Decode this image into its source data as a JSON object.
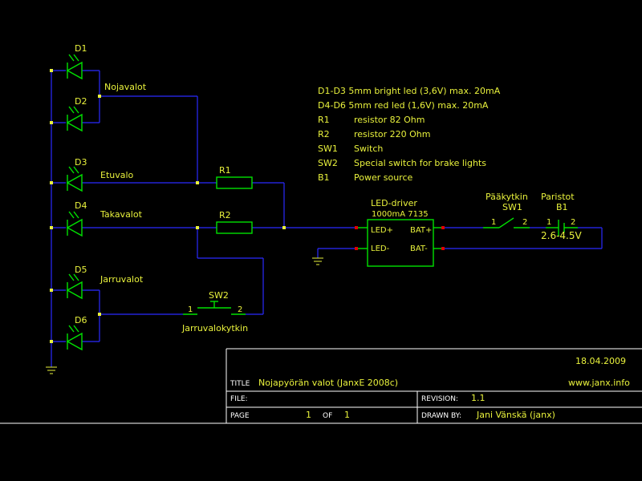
{
  "diodes": {
    "d1": "D1",
    "d2": "D2",
    "d3": "D3",
    "d4": "D4",
    "d5": "D5",
    "d6": "D6"
  },
  "nets": {
    "nojavalot": "Nojavalot",
    "etuvalo": "Etuvalo",
    "takavalot": "Takavalot",
    "jarruvalot": "Jarruvalot"
  },
  "resistors": {
    "r1": "R1",
    "r2": "R2"
  },
  "sw2": {
    "ref": "SW2",
    "pin1": "1",
    "pin2": "2",
    "label": "Jarruvalokytkin"
  },
  "driver": {
    "title": "LED-driver",
    "subtitle": "1000mA 7135",
    "led_plus": "LED+",
    "led_minus": "LED-",
    "bat_plus": "BAT+",
    "bat_minus": "BAT-"
  },
  "sw1": {
    "name": "Pääkytkin",
    "ref": "SW1",
    "pin1": "1",
    "pin2": "2"
  },
  "b1": {
    "name": "Paristot",
    "ref": "B1",
    "pin1": "1",
    "pin2": "2",
    "value": "2.6-4.5V"
  },
  "notes": [
    {
      "text": "D1-D3 5mm bright led (3,6V) max. 20mA"
    },
    {
      "text": "D4-D6 5mm red led (1,6V) max. 20mA"
    },
    {
      "ref": "R1",
      "desc": "resistor 82 Ohm"
    },
    {
      "ref": "R2",
      "desc": "resistor 220 Ohm"
    },
    {
      "ref": "SW1",
      "desc": "Switch"
    },
    {
      "ref": "SW2",
      "desc": "Special switch for brake lights"
    },
    {
      "ref": "B1",
      "desc": "Power source"
    }
  ],
  "title_block": {
    "date": "18.04.2009",
    "title_label": "TITLE",
    "title": "Nojapyörän valot (JanxE 2008c)",
    "website": "www.janx.info",
    "file_label": "FILE:",
    "revision_label": "REVISION:",
    "revision": "1.1",
    "page_label": "PAGE",
    "page": "1",
    "of_label": "OF",
    "of": "1",
    "drawn_label": "DRAWN BY:",
    "drawn_by": "Jani Vänskä (janx)"
  },
  "colors": {
    "wire": "#2a2aff",
    "component": "#00e100",
    "text": "#e9f23c",
    "frame": "#ffffff",
    "pin": "#e00000"
  }
}
